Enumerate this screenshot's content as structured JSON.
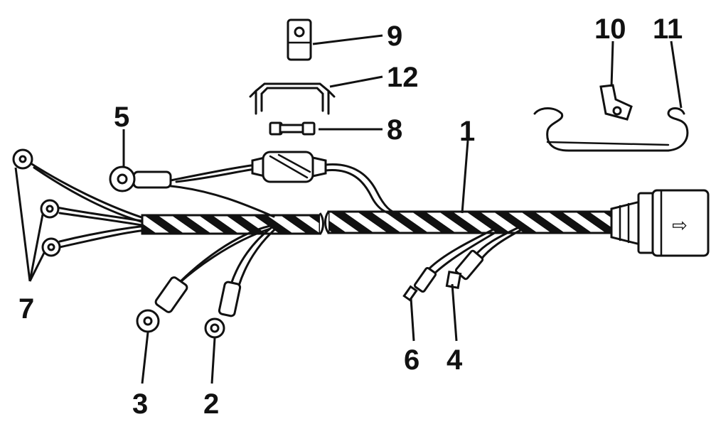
{
  "diagram": {
    "callouts": [
      {
        "id": "1",
        "text": "1"
      },
      {
        "id": "2",
        "text": "2"
      },
      {
        "id": "3",
        "text": "3"
      },
      {
        "id": "4",
        "text": "4"
      },
      {
        "id": "5",
        "text": "5"
      },
      {
        "id": "6",
        "text": "6"
      },
      {
        "id": "7",
        "text": "7"
      },
      {
        "id": "8",
        "text": "8"
      },
      {
        "id": "9",
        "text": "9"
      },
      {
        "id": "10",
        "text": "10"
      },
      {
        "id": "11",
        "text": "11"
      },
      {
        "id": "12",
        "text": "12"
      }
    ],
    "connector_arrow_glyph": "⇨",
    "colors": {
      "ink": "#111111",
      "paper": "#ffffff"
    }
  }
}
